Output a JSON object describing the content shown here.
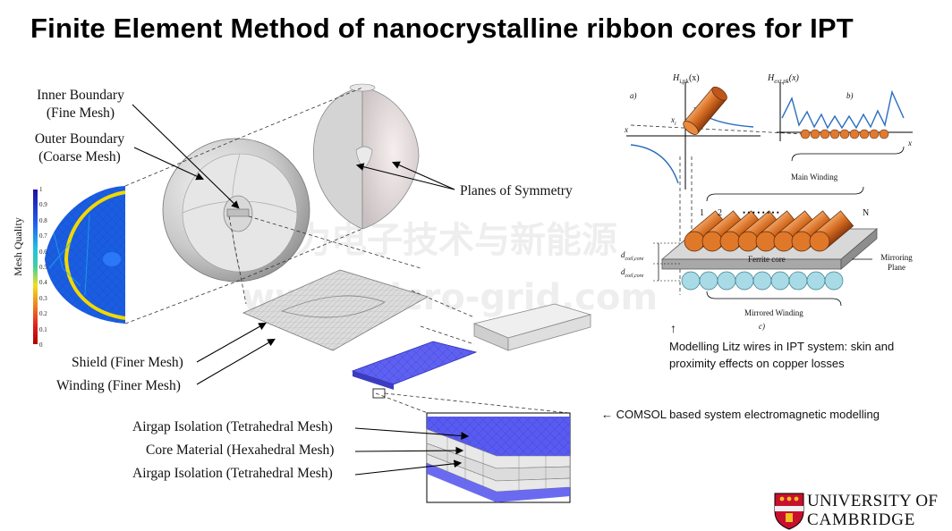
{
  "title": "Finite Element Method of nanocrystalline ribbon cores for IPT",
  "labels": {
    "inner_boundary": "Inner Boundary",
    "inner_boundary_sub": "(Fine Mesh)",
    "outer_boundary": "Outer Boundary",
    "outer_boundary_sub": "(Coarse Mesh)",
    "planes_of_symmetry": "Planes of Symmetry",
    "shield": "Shield (Finer Mesh)",
    "winding": "Winding (Finer Mesh)",
    "airgap_top": "Airgap Isolation (Tetrahedral Mesh)",
    "core_material": "Core Material (Hexahedral Mesh)",
    "airgap_bottom": "Airgap Isolation (Tetrahedral Mesh)"
  },
  "colorbar": {
    "title": "Mesh Quality",
    "ticks": [
      "1",
      "0.9",
      "0.8",
      "0.7",
      "0.6",
      "0.5",
      "0.4",
      "0.3",
      "0.2",
      "0.1",
      "0"
    ]
  },
  "litz_diagram": {
    "label_a": "a)",
    "label_b": "b)",
    "label_c": "c)",
    "h_ipk": "H",
    "h_ipk_sub": "i,pk",
    "h_ipk_arg": "(x)",
    "h_extpk": "H",
    "h_extpk_sub": "ext,pk",
    "h_extpk_arg": "(x)",
    "x_label": "x",
    "xi_label": "x",
    "xi_sub": "i",
    "main_winding": "Main Winding",
    "turn_1": "1",
    "turn_2": "2",
    "turn_n": "N",
    "dots": "• • • • • • • •",
    "ferrite_core": "Ferrite core",
    "mirroring_plane": "Mirroring Plane",
    "d_coil_core_top": "d",
    "d_coil_core_sub": "coil,core",
    "mirrored_winding": "Mirrored Winding"
  },
  "captions": {
    "arrow_up": "↑",
    "litz_caption": "Modelling Litz wires in IPT system: skin and proximity effects on copper losses",
    "comsol_arrow": "←",
    "comsol_caption": "COMSOL based system electromagnetic modelling"
  },
  "watermark": {
    "cn": "电力电子技术与新能源",
    "url": "www.micro-grid.com"
  },
  "logo": {
    "line1": "UNIVERSITY OF",
    "line2": "CAMBRIDGE"
  },
  "colors": {
    "mesh_blue": "#5a5af0",
    "copper": "#d2691e",
    "mirror_blue": "#9fd3e0",
    "shell_gray": "#bdbdbd"
  }
}
